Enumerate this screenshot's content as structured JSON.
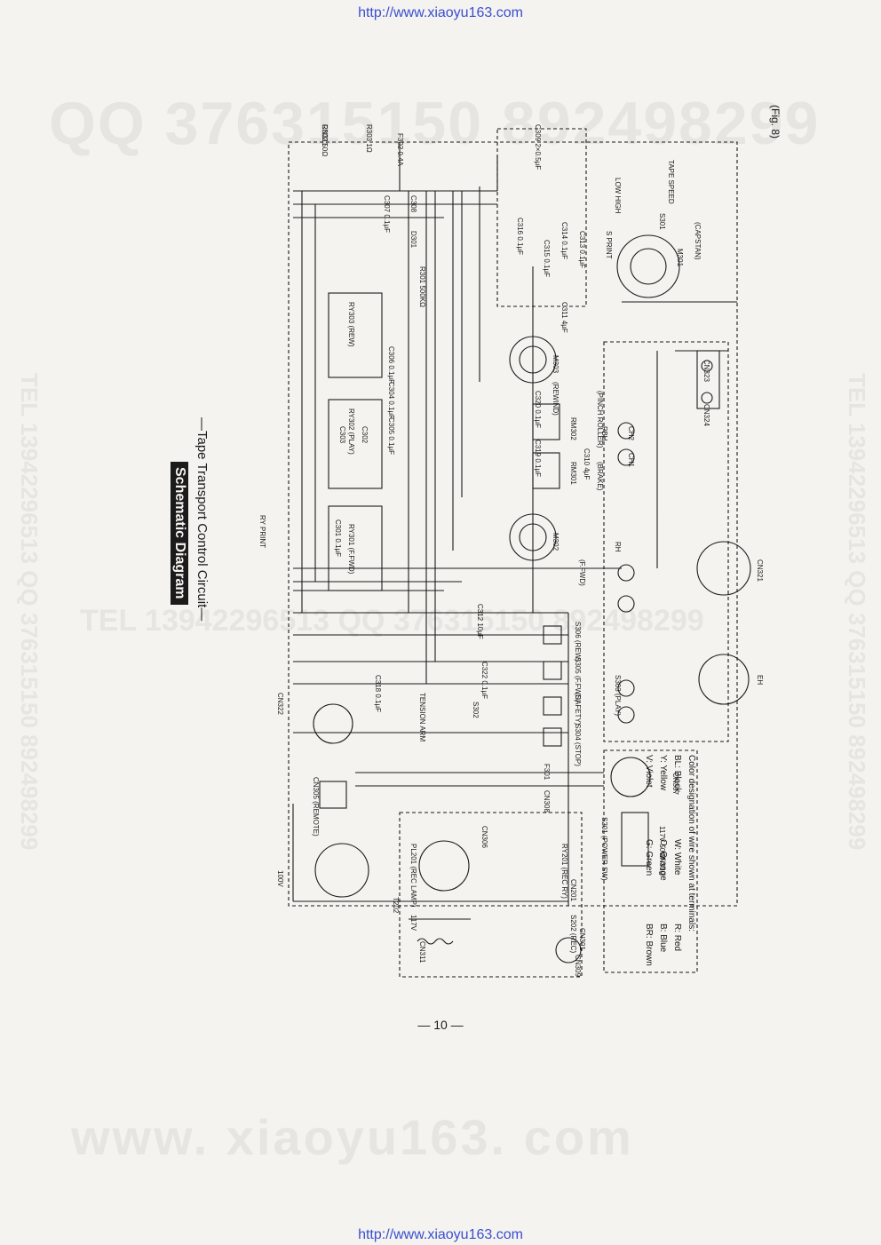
{
  "header_url": "http://www.xiaoyu163.com",
  "footer_url": "http://www.xiaoyu163.com",
  "watermarks": {
    "qq": "QQ 376315150  892498299",
    "www": "www. xiaoyu163. com",
    "tel_mid": "TEL 13942296513 QQ 376315150 892498299",
    "tel_side": "TEL 13942296513 QQ 376315150 892498299"
  },
  "title": "Schematic Diagram",
  "subtitle": "—Tape Transport Control Circuit—",
  "figure_label": "(Fig. 8)",
  "page_number": "— 10 —",
  "legend": {
    "heading": "Color designation of wire shown at terminals:",
    "rows": [
      [
        "BL: Black",
        "W: White",
        "R: Red"
      ],
      [
        "Y: Yellow",
        "O: Orange",
        "B: Blue"
      ],
      [
        "V: Violet",
        "G: Green",
        "BR: Brown"
      ]
    ]
  },
  "components": [
    "R302 50Ω",
    "R303 1Ω",
    "F302 0.4A",
    "C307 0.1μF",
    "C308",
    "D301",
    "C309 2×0.5μF",
    "C316 0.1μF",
    "C315 0.1μF",
    "C314 0.1μF",
    "C313 0.1μF",
    "S PRINT",
    "LOW HIGH",
    "TAPE SPEED",
    "S301",
    "M301",
    "(CAPSTAN)",
    "R301 500KΩ",
    "C311 4μF",
    "M303",
    "(REWIND)",
    "RY303 (REW)",
    "C306 0.1μF",
    "C305 0.1μF",
    "C304 0.1μF",
    "RY302 (PLAY)",
    "C320 0.1μF",
    "RM302",
    "(PINCH ROLLER)",
    "C319 0.1μF",
    "RM301",
    "(BRAKE)",
    "CN324",
    "CN323",
    "PBH",
    "CH1",
    "CH2",
    "C303",
    "C302",
    "RY PRINT",
    "C301 0.1μF",
    "RY301 (F.FWD)",
    "M302",
    "(F.FWD)",
    "C310 4μF",
    "RH",
    "CN321",
    "C312 10μF",
    "S306 (REW)",
    "S305 (F.FWD)",
    "C322 0.1μF",
    "C318 0.1μF",
    "TENSION ARM",
    "S302",
    "(SAFETY)",
    "S304 (STOP)",
    "S303 (PLAY)",
    "EH",
    "CN322",
    "CN305 (REMOTE)",
    "F301",
    "CN308",
    "CN307",
    "CN306",
    "RY201 (REC RY)",
    "PL201 (REC LAMP)",
    "CN201",
    "S202 (REC)",
    "S201 (POWER SW)",
    "117V 50W",
    "CN310",
    "CN309",
    "CN311",
    "T202",
    "117V",
    "100V",
    "CN301",
    "CN311"
  ]
}
